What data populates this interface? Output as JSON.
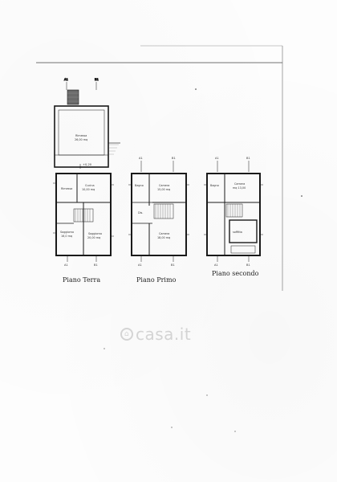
{
  "plans": [
    {
      "id": "terra",
      "label": "Piano Terra"
    },
    {
      "id": "primo",
      "label": "Piano Primo"
    },
    {
      "id": "secondo",
      "label": "Piano secondo"
    }
  ],
  "watermark": "casa.it",
  "room_labels": {
    "terra": [
      "Rimessa",
      "Cucina",
      "Soggiorno",
      "Soggiorno"
    ],
    "primo": [
      "Camera",
      "Bagno",
      "Camera"
    ],
    "secondo": [
      "Camera",
      "Bagno"
    ]
  },
  "colors": {
    "line": "#1a1a1a",
    "hatch": "#555555",
    "watermark": "#b4b4b4"
  }
}
